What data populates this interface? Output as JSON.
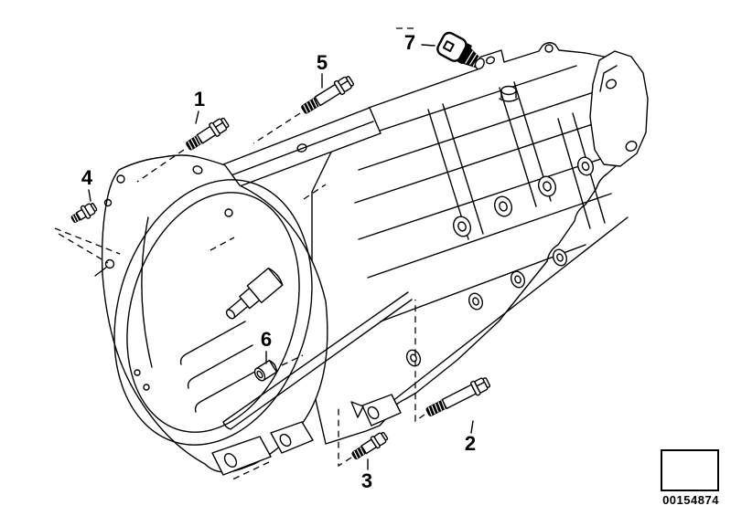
{
  "callouts": [
    {
      "label": "1"
    },
    {
      "label": "2"
    },
    {
      "label": "3"
    },
    {
      "label": "4"
    },
    {
      "label": "5"
    },
    {
      "label": "6"
    },
    {
      "label": "7"
    }
  ],
  "stamp": {
    "number": "00154874"
  },
  "colors": {
    "line": "#000000",
    "background": "#ffffff"
  }
}
